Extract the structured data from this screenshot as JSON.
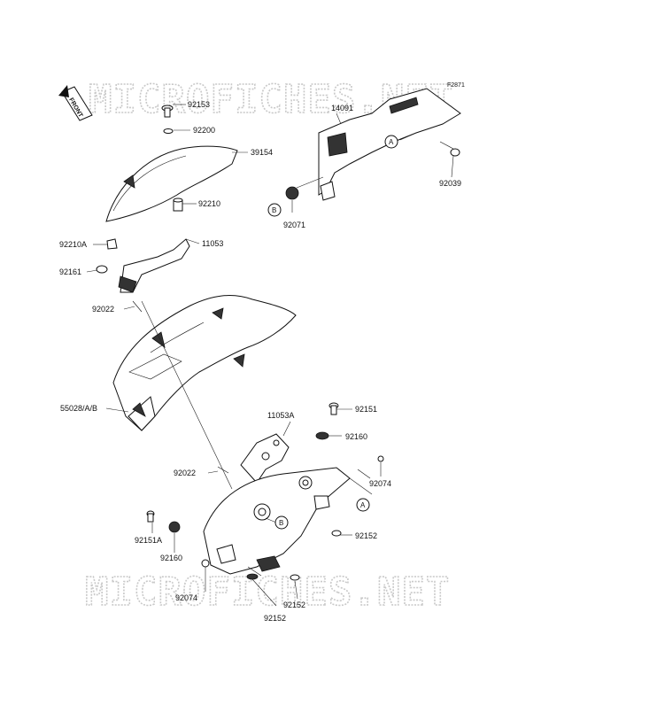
{
  "figure_code": "F2871",
  "watermark": "MICROFICHES.NET",
  "front_arrow": "FRONT",
  "callouts": {
    "a_upper": "A",
    "b_upper": "B",
    "a_lower": "A",
    "b_lower": "B"
  },
  "parts": [
    {
      "id": "p92153",
      "number": "92153"
    },
    {
      "id": "p92200",
      "number": "92200"
    },
    {
      "id": "p39154",
      "number": "39154"
    },
    {
      "id": "p92210",
      "number": "92210"
    },
    {
      "id": "p92210A",
      "number": "92210A"
    },
    {
      "id": "p11053",
      "number": "11053"
    },
    {
      "id": "p92161",
      "number": "92161"
    },
    {
      "id": "p92022a",
      "number": "92022"
    },
    {
      "id": "p55028",
      "number": "55028/A/B"
    },
    {
      "id": "p14091",
      "number": "14091"
    },
    {
      "id": "p92039",
      "number": "92039"
    },
    {
      "id": "p92071",
      "number": "92071"
    },
    {
      "id": "p11053A",
      "number": "11053A"
    },
    {
      "id": "p92151",
      "number": "92151"
    },
    {
      "id": "p92160a",
      "number": "92160"
    },
    {
      "id": "p92074a",
      "number": "92074"
    },
    {
      "id": "p92022b",
      "number": "92022"
    },
    {
      "id": "p92151A",
      "number": "92151A"
    },
    {
      "id": "p92160b",
      "number": "92160"
    },
    {
      "id": "p92152a",
      "number": "92152"
    },
    {
      "id": "p92074b",
      "number": "92074"
    },
    {
      "id": "p92152b",
      "number": "92152"
    },
    {
      "id": "p92152c",
      "number": "92152"
    }
  ]
}
